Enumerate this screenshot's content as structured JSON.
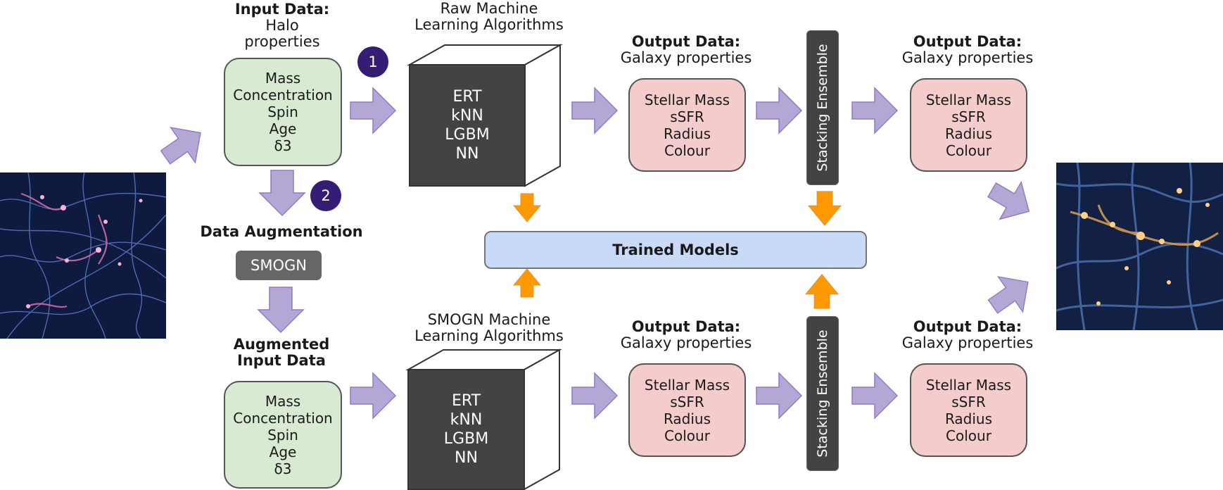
{
  "top_left": {
    "header_bold": "Input Data:",
    "header_line1": "Halo",
    "header_line2": "properties",
    "box_lines": [
      "Mass",
      "Concentration",
      "Spin",
      "Age",
      "δ3"
    ]
  },
  "badges": [
    "1",
    "2"
  ],
  "augmentation": {
    "title": "Data Augmentation",
    "pill": "SMOGN"
  },
  "augmented": {
    "header_line1": "Augmented",
    "header_line2": "Input Data",
    "box_lines": [
      "Mass",
      "Concentration",
      "Spin",
      "Age",
      "δ3"
    ]
  },
  "raw_ml": {
    "title_line1": "Raw Machine",
    "title_line2": "Learning Algorithms",
    "algorithms": [
      "ERT",
      "kNN",
      "LGBM",
      "NN"
    ]
  },
  "smogn_ml": {
    "title_line1": "SMOGN Machine",
    "title_line2": "Learning Algorithms",
    "algorithms": [
      "ERT",
      "kNN",
      "LGBM",
      "NN"
    ]
  },
  "output": {
    "header_bold": "Output Data:",
    "header_line": "Galaxy properties",
    "box_lines": [
      "Stellar Mass",
      "sSFR",
      "Radius",
      "Colour"
    ]
  },
  "stacking_label": "Stacking Ensemble",
  "trained_models": "Trained Models",
  "colors": {
    "arrow_purple": "#b4a7d6",
    "arrow_orange": "#ff9900",
    "input_green": "#d9ead3",
    "output_pink": "#f4cccc",
    "trained_blue": "#c9daf8",
    "cube_dark": "#434343",
    "badge_purple": "#351c75"
  }
}
